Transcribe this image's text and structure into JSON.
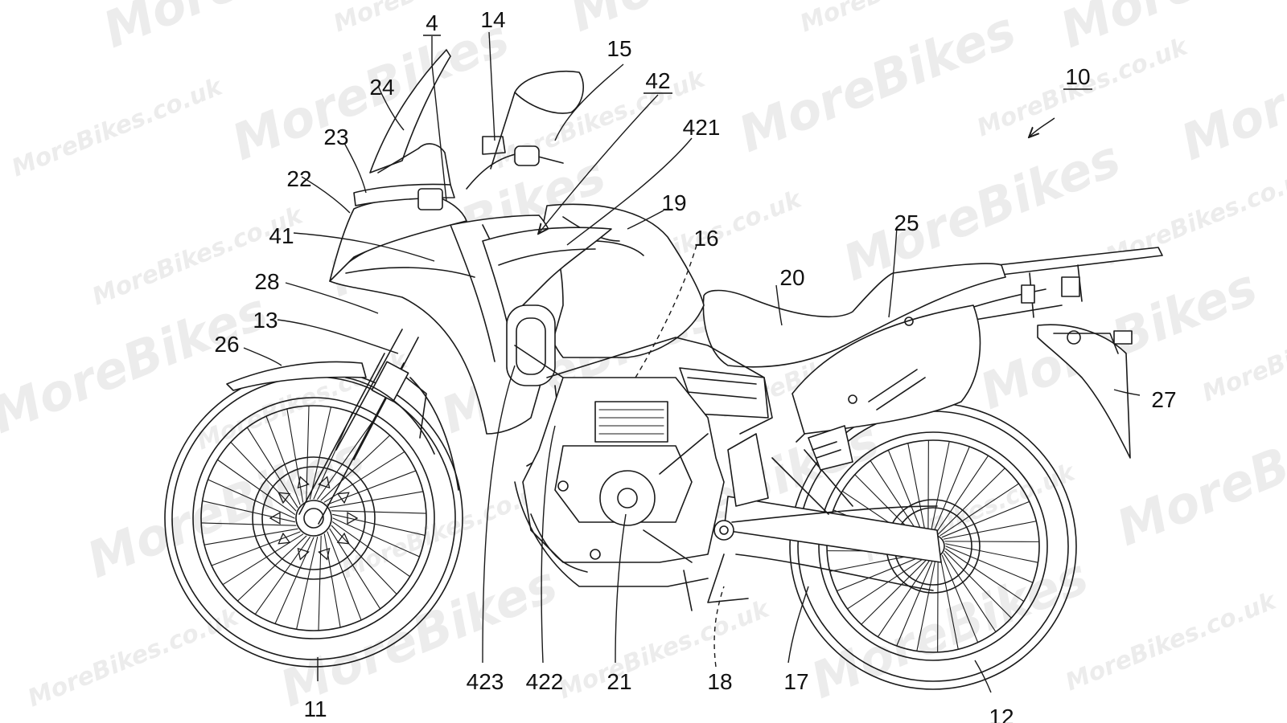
{
  "watermark": {
    "brand": "MoreBikes",
    "suffix": ".co.uk"
  },
  "colors": {
    "ink": "#1a1a1a",
    "watermark": "#ececec",
    "background": "#ffffff"
  },
  "labels": {
    "n4": "4",
    "n10": "10",
    "n11": "11",
    "n12": "12",
    "n13": "13",
    "n14": "14",
    "n15": "15",
    "n16": "16",
    "n17": "17",
    "n18": "18",
    "n19": "19",
    "n20": "20",
    "n21": "21",
    "n22": "22",
    "n23": "23",
    "n24": "24",
    "n25": "25",
    "n26": "26",
    "n27": "27",
    "n28": "28",
    "n41": "41",
    "n42": "42",
    "n421": "421",
    "n422": "422",
    "n423": "423"
  }
}
